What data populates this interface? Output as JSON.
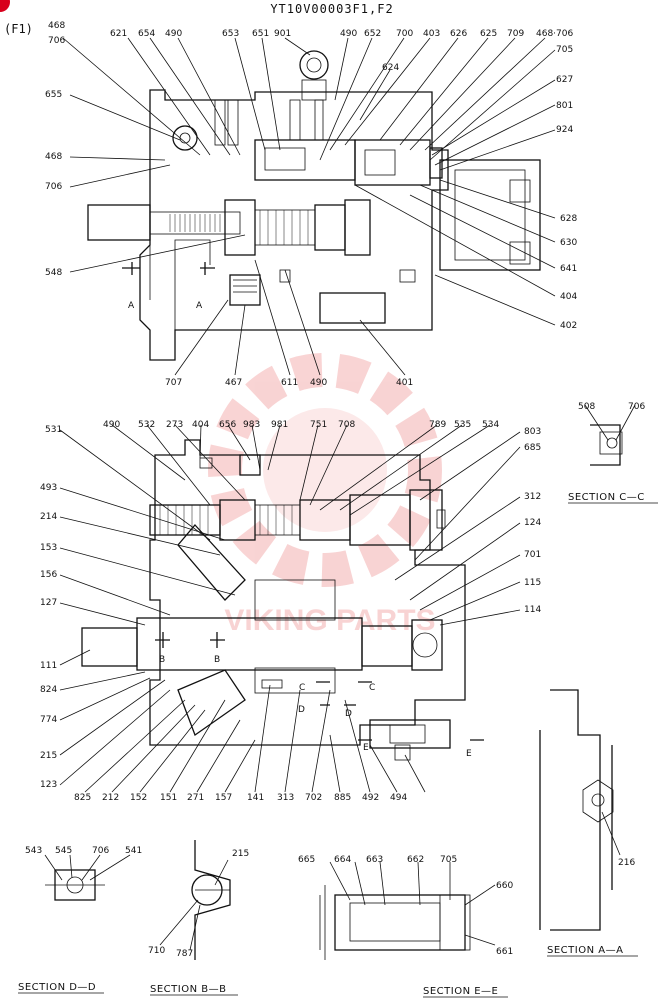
{
  "header": {
    "title": "YT10V00003F1,F2",
    "figure_id": "(F1)"
  },
  "watermark": {
    "text": "VIKING PARTS",
    "color": "#f0a0a0"
  },
  "accent_color": "#d8001c",
  "top_view_labels": {
    "l468a": "468",
    "l706a": "706",
    "l621": "621",
    "l654": "654",
    "l490a": "490",
    "l653": "653",
    "l651": "651",
    "l901": "901",
    "l490b": "490",
    "l652": "652",
    "l700": "700",
    "l403": "403",
    "l626": "626",
    "l625": "625",
    "l709": "709",
    "l468_706": "468·706",
    "l705": "705",
    "l624": "624",
    "l627": "627",
    "l801": "801",
    "l924": "924",
    "l655": "655",
    "l468b": "468",
    "l706b": "706",
    "l548": "548",
    "l628": "628",
    "l630": "630",
    "l641": "641",
    "l404": "404",
    "l402": "402",
    "lA1": "A",
    "lA2": "A",
    "l707": "707",
    "l467": "467",
    "l611": "611",
    "l490c": "490",
    "l401": "401"
  },
  "main_view_labels": {
    "l531": "531",
    "l490": "490",
    "l532": "532",
    "l273": "273",
    "l404": "404",
    "l656": "656",
    "l983": "983",
    "l981": "981",
    "l751": "751",
    "l708": "708",
    "l789": "789",
    "l535": "535",
    "l534": "534",
    "l803": "803",
    "l685": "685",
    "l493": "493",
    "l312": "312",
    "l214": "214",
    "l124": "124",
    "l153": "153",
    "l701": "701",
    "l156": "156",
    "l115": "115",
    "l127": "127",
    "l114": "114",
    "l111": "111",
    "lB1": "B",
    "lB2": "B",
    "lC1": "C",
    "lC2": "C",
    "lD1": "D",
    "lD2": "D",
    "lE1": "E",
    "lE2": "E",
    "l824": "824",
    "l774": "774",
    "l215": "215",
    "l123": "123",
    "l825": "825",
    "l212": "212",
    "l152": "152",
    "l151": "151",
    "l271": "271",
    "l157": "157",
    "l141": "141",
    "l313": "313",
    "l702": "702",
    "l885": "885",
    "l492": "492",
    "l494": "494"
  },
  "sections": {
    "cc": {
      "title": "SECTION C—C",
      "l508": "508",
      "l706": "706"
    },
    "aa": {
      "title": "SECTION A—A",
      "l216": "216"
    },
    "dd": {
      "title": "SECTION D—D",
      "l543": "543",
      "l545": "545",
      "l706": "706",
      "l541": "541"
    },
    "bb": {
      "title": "SECTION B—B",
      "l215": "215",
      "l710": "710",
      "l787": "787"
    },
    "ee": {
      "title": "SECTION E—E",
      "l665": "665",
      "l664": "664",
      "l663": "663",
      "l662": "662",
      "l705": "705",
      "l660": "660",
      "l661": "661"
    }
  }
}
